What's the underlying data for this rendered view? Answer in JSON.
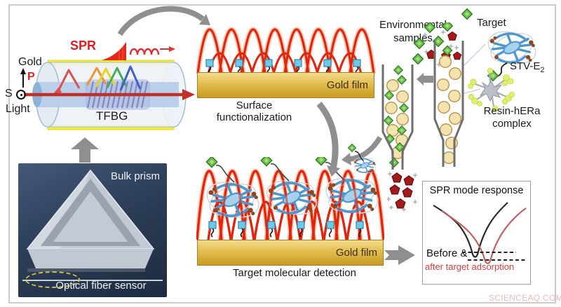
{
  "fiber": {
    "gold_label": "Gold",
    "spr_label": "SPR",
    "p_label": "P",
    "s_label": "S",
    "light_label": "Light",
    "tfbg_label": "TFBG"
  },
  "photo": {
    "title": "Bulk prism",
    "caption": "Optical fiber sensor"
  },
  "surface": {
    "gold_film_label": "Gold film",
    "caption_line1": "Surface",
    "caption_line2": "functionalization"
  },
  "detection": {
    "gold_film_label": "Gold film",
    "caption": "Target molecular detection"
  },
  "samples": {
    "label_line1": "Environmental",
    "label_line2": "samples",
    "target_label": "Target",
    "stv_label": "STV-E",
    "stv_subscript": "2",
    "resin_label_line1": "Resin-hERa",
    "resin_label_line2": "complex"
  },
  "response": {
    "title": "SPR mode response",
    "before_label": "Before &",
    "after_label": "after target adsorption"
  },
  "watermark": "SCIENCEAQ.COM",
  "colors": {
    "plasmon_red": "#e2250f",
    "gold_film": "#d9b13a",
    "gold_strip": "#f8ef2f",
    "arrow_gray": "#8f8f8f",
    "spr_text_red": "#e21f1f",
    "after_text_red": "#d23f3f",
    "response_curve_red": "#c2605f",
    "target_green": "#6fc24b",
    "interferent_red": "#a31b1b",
    "resin_bead_tan": "#f4e3af",
    "linker_cyan": "#6ec9e8",
    "protein_blue": "#4e97cf",
    "watermark_pink": "#eeb9b9"
  }
}
